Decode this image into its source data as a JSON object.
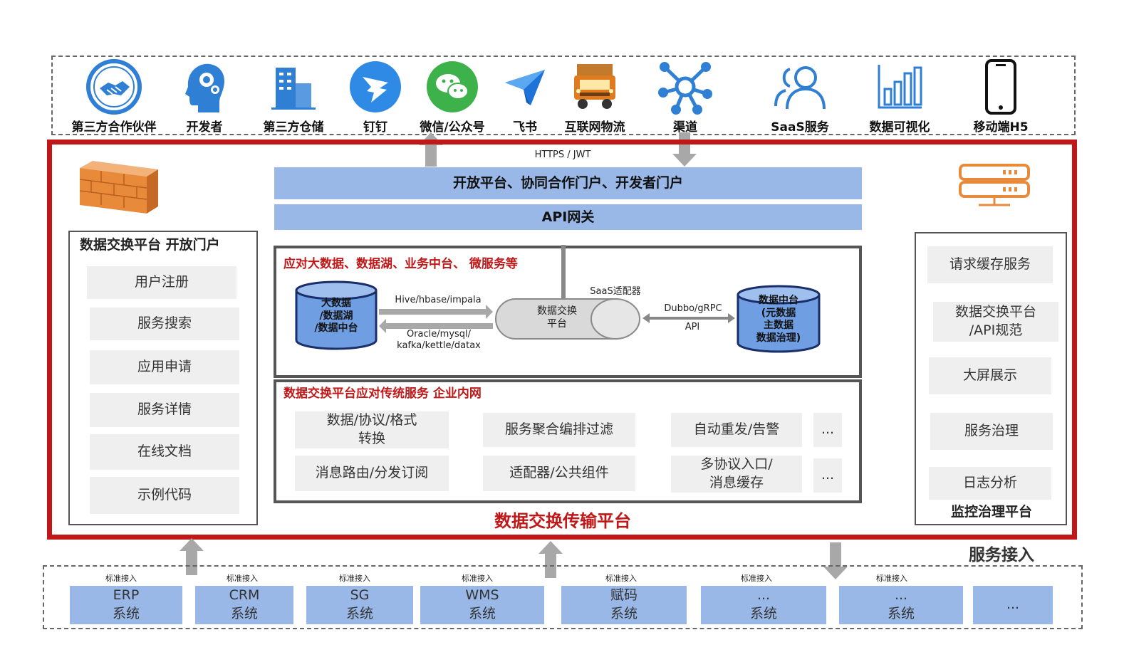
{
  "ecosystem": {
    "items": [
      {
        "label": "第三方合作伙伴",
        "icon": "handshake-icon"
      },
      {
        "label": "开发者",
        "icon": "developer-head-icon"
      },
      {
        "label": "第三方仓储",
        "icon": "building-icon"
      },
      {
        "label": "钉钉",
        "icon": "dingtalk-icon"
      },
      {
        "label": "微信/公众号",
        "icon": "wechat-icon"
      },
      {
        "label": "飞书",
        "icon": "feishu-icon"
      },
      {
        "label": "互联网物流",
        "icon": "truck-icon"
      },
      {
        "label": "渠道",
        "icon": "network-hub-icon"
      },
      {
        "label": "SaaS服务",
        "icon": "users-icon"
      },
      {
        "label": "数据可视化",
        "icon": "bar-chart-icon"
      },
      {
        "label": "移动端H5",
        "icon": "mobile-phone-icon"
      }
    ]
  },
  "platform": {
    "protocol_label": "HTTPS / JWT",
    "portal_bar": "开放平台、协同合作门户、开发者门户",
    "gateway_bar": "API网关",
    "title": "数据交换传输平台",
    "left_panel": {
      "title": "数据交换平台 开放门户",
      "items": [
        "用户注册",
        "服务搜索",
        "应用申请",
        "服务详情",
        "在线文档",
        "示例代码"
      ]
    },
    "right_panel": {
      "items": [
        "请求缓存服务",
        "数据交换平台\n/API规范",
        "大屏展示",
        "服务治理",
        "日志分析"
      ],
      "footer": "监控治理平台"
    },
    "bigdata_section": {
      "title": "应对大数据、数据湖、业务中台、 微服务等",
      "left_db": "大数据\n/数据湖\n/数据中台",
      "hive_label": "Hive/hbase/impala",
      "oracle_label": "Oracle/mysql/\nkafka/kettle/datax",
      "exchange_label": "数据交换\n平台",
      "saas_label": "SaaS适配器",
      "dubbo_label": "Dubbo/gRPC",
      "api_label": "API",
      "right_db": "数据中台\n(元数据\n主数据\n数据治理)"
    },
    "traditional_section": {
      "title": "数据交换平台应对传统服务 企业内网",
      "row1": [
        "数据/协议/格式\n转换",
        "服务聚合编排过滤",
        "自动重发/告警",
        "..."
      ],
      "row2": [
        "消息路由/分发订阅",
        "适配器/公共组件",
        "多协议入口/\n消息缓存",
        "..."
      ]
    }
  },
  "access": {
    "label": "服务接入",
    "std_label": "标准接入",
    "systems": [
      {
        "line1": "ERP",
        "line2": "系统"
      },
      {
        "line1": "CRM",
        "line2": "系统"
      },
      {
        "line1": "SG",
        "line2": "系统"
      },
      {
        "line1": "WMS",
        "line2": "系统"
      },
      {
        "line1": "赋码",
        "line2": "系统"
      },
      {
        "line1": "...",
        "line2": "系统"
      },
      {
        "line1": "...",
        "line2": "系统"
      },
      {
        "line1": "...",
        "line2": ""
      }
    ]
  },
  "colors": {
    "frame_red": "#c01818",
    "bar_blue": "#99b8e8",
    "chip_grey": "#efefef",
    "icon_blue": "#2f7fd4",
    "wechat_green": "#3db24a",
    "firewall_orange": "#e88a3a"
  }
}
